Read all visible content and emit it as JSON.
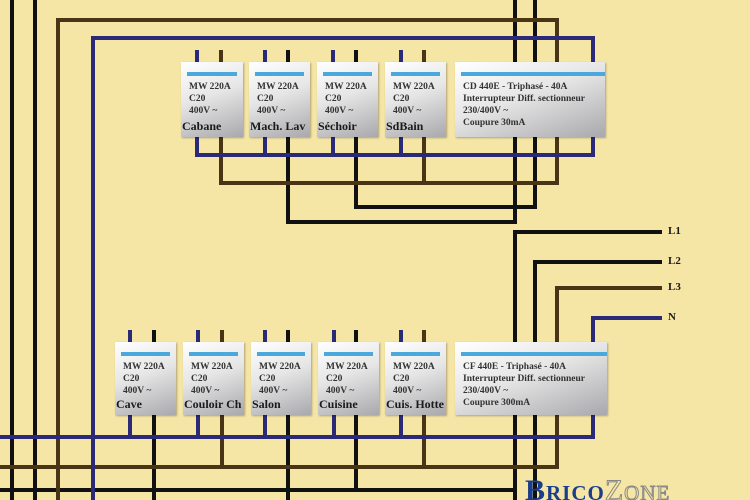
{
  "top_row": {
    "breakers": [
      {
        "model": "MW 220A",
        "rating": "C20",
        "voltage": "400V ~",
        "label": "Cabane"
      },
      {
        "model": "MW 220A",
        "rating": "C20",
        "voltage": "400V ~",
        "label": "Mach. Lav"
      },
      {
        "model": "MW 220A",
        "rating": "C20",
        "voltage": "400V ~",
        "label": "Séchoir"
      },
      {
        "model": "MW 220A",
        "rating": "C20",
        "voltage": "400V ~",
        "label": "SdBain"
      }
    ],
    "differential": {
      "line1": "CD 440E - Triphasé - 40A",
      "line2": "Interrupteur Diff. sectionneur",
      "line3": "230/400V ~",
      "line4": "Coupure 30mA"
    }
  },
  "bottom_row": {
    "breakers": [
      {
        "model": "MW 220A",
        "rating": "C20",
        "voltage": "400V ~",
        "label": "Cave"
      },
      {
        "model": "MW 220A",
        "rating": "C20",
        "voltage": "400V ~",
        "label": "Couloir Ch"
      },
      {
        "model": "MW 220A",
        "rating": "C20",
        "voltage": "400V ~",
        "label": "Salon"
      },
      {
        "model": "MW 220A",
        "rating": "C20",
        "voltage": "400V ~",
        "label": "Cuisine"
      },
      {
        "model": "MW 220A",
        "rating": "C20",
        "voltage": "400V ~",
        "label": "Cuis. Hotte"
      }
    ],
    "differential": {
      "line1": "CF 440E - Triphasé - 40A",
      "line2": "Interrupteur Diff. sectionneur",
      "line3": "230/400V ~",
      "line4": "Coupure 300mA"
    }
  },
  "phases": [
    "L1",
    "L2",
    "L3",
    "N"
  ],
  "logo": {
    "part1": "Brico",
    "part2": "Zone"
  },
  "colors": {
    "background": "#f6e6a6",
    "neutral": "#2b2a78",
    "brown_phase": "#4a3416",
    "black_phase": "#111111",
    "stripe": "#4aa8dc"
  }
}
